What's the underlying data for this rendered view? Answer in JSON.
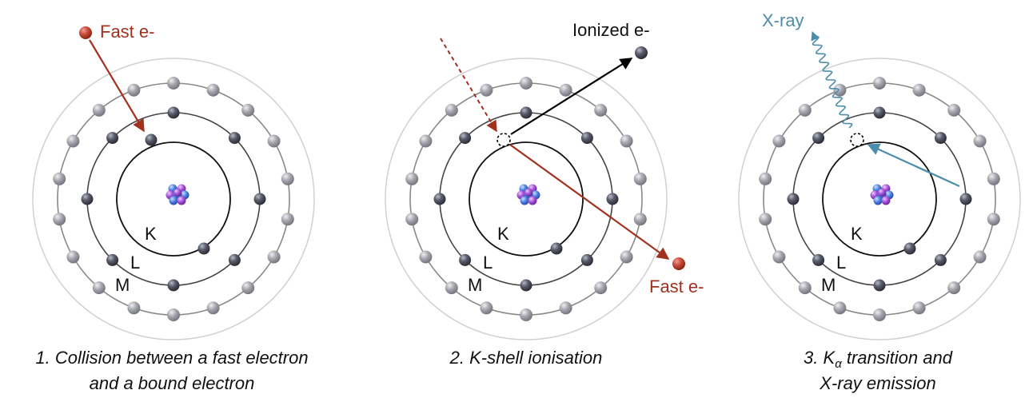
{
  "panels": [
    {
      "shell_labels": {
        "k": "K",
        "l": "L",
        "m": "M"
      },
      "incoming_label": "Fast e-",
      "caption_line1": "1. Collision between a fast electron",
      "caption_line2": "and a bound electron"
    },
    {
      "shell_labels": {
        "k": "K",
        "l": "L",
        "m": "M"
      },
      "ionized_label": "Ionized e-",
      "scattered_label": "Fast e-",
      "caption_line1": "2. K-shell ionisation"
    },
    {
      "shell_labels": {
        "k": "K",
        "l": "L",
        "m": "M"
      },
      "xray_label": "X-ray",
      "caption_prefix": "3. K",
      "caption_subscript": "α",
      "caption_suffix": " transition and",
      "caption_line2": "X-ray emission"
    }
  ],
  "colors": {
    "fast_electron": "#a2301f",
    "bound_electron": "#4f5161",
    "outer_electron": "#a3a3ab",
    "xray": "#4b8dab",
    "shell_k": "#111111",
    "shell_l": "#444444",
    "shell_m": "#888888",
    "boundary": "#cfcfcf"
  },
  "icons": {
    "nucleus": "nucleus-icon",
    "vacancy": "vacancy-dashed-circle"
  }
}
